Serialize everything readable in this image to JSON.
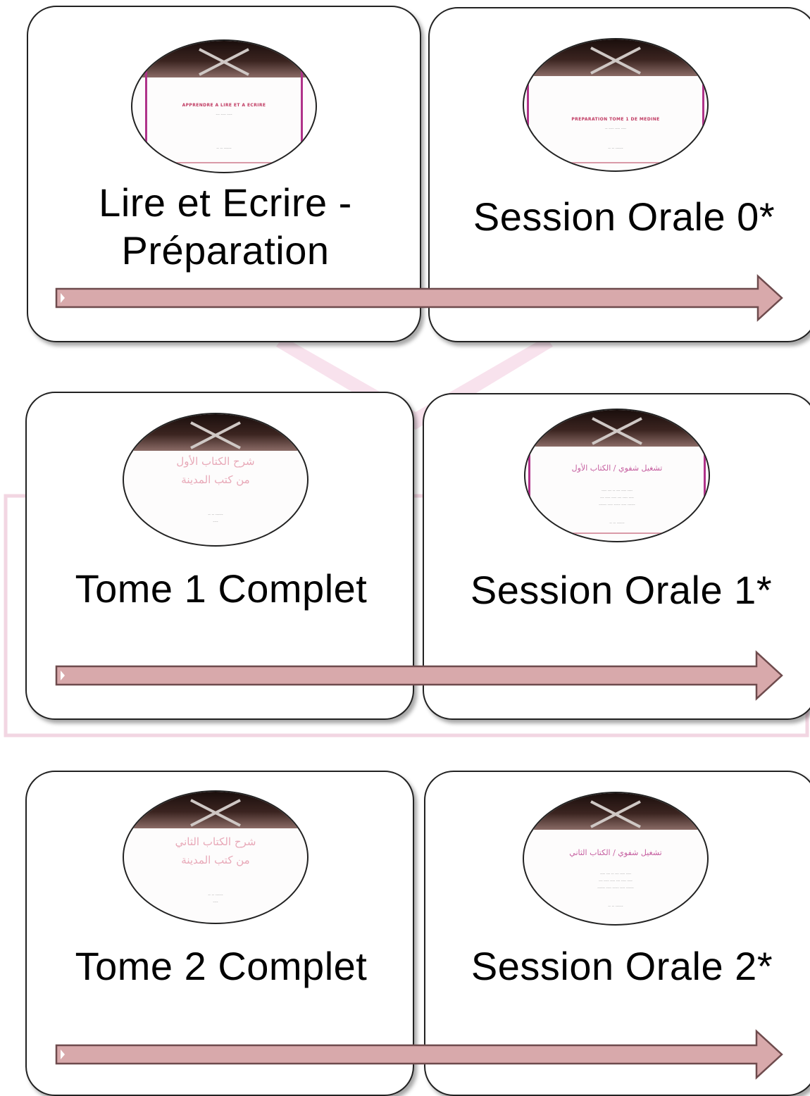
{
  "steps": [
    {
      "rows": [
        {
          "left": "Lire et Ecrire -\nPréparation",
          "right": "Session Orale  0*"
        },
        {
          "left": "Tome 1 Complet",
          "right": "Session Orale 1*"
        },
        {
          "left": "Tome 2 Complet",
          "right": "Session Orale 2*"
        }
      ]
    }
  ],
  "colors": {
    "card_border": "#222222",
    "arrow_fill": "#d8a9ab",
    "arrow_stroke": "#6e4b4d",
    "watermark": "#f3cfe0"
  },
  "icons": {
    "thumbnail": "book-cover-thumbnail",
    "arrow": "right-arrow"
  }
}
